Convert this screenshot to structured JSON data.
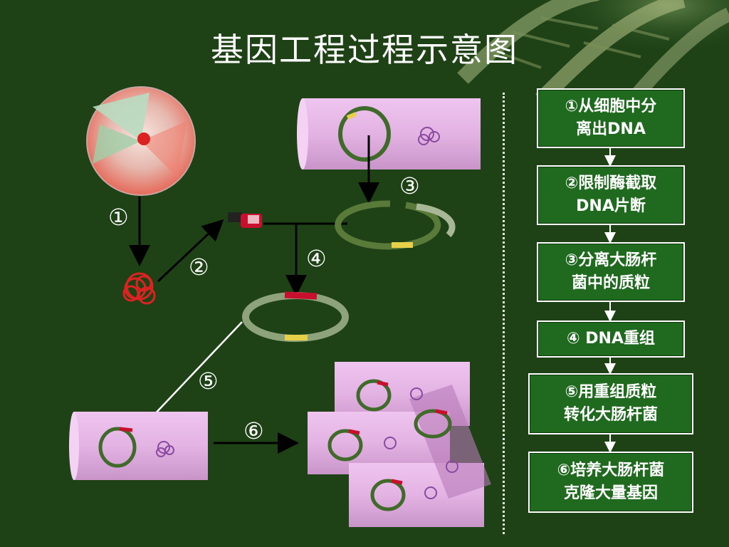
{
  "title": "基因工程过程示意图",
  "step_labels": [
    "①",
    "②",
    "③",
    "④",
    "⑤",
    "⑥"
  ],
  "steps": [
    {
      "text": "①从细胞中分\n离出DNA"
    },
    {
      "text": "②限制酶截取\nDNA片断"
    },
    {
      "text": "③分离大肠杆\n菌中的质粒"
    },
    {
      "text": "④ DNA重组"
    },
    {
      "text": "⑤用重组质粒\n转化大肠杆菌"
    },
    {
      "text": "⑥培养大肠杆菌\n克隆大量基因"
    }
  ],
  "colors": {
    "background": "#1e4216",
    "box_fill": "#1f6a1f",
    "bacteria": "#e3b6e3",
    "plasmid_ring": "#6b9a4a"
  }
}
